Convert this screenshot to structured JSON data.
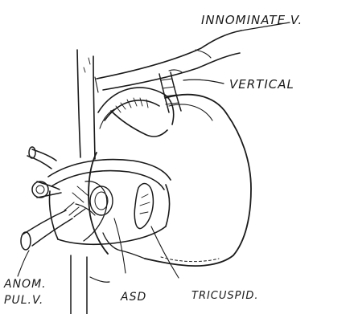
{
  "labels": {
    "innominate": "INNOMINATE V.",
    "vertical": "VERTICAL",
    "asd": "ASD",
    "tricuspid": "TRICUSPID.",
    "anom_line1": "ANOM.",
    "anom_line2": "PUL.V."
  },
  "colors": {
    "ink": "#1a1a1a",
    "background": "#ffffff"
  }
}
